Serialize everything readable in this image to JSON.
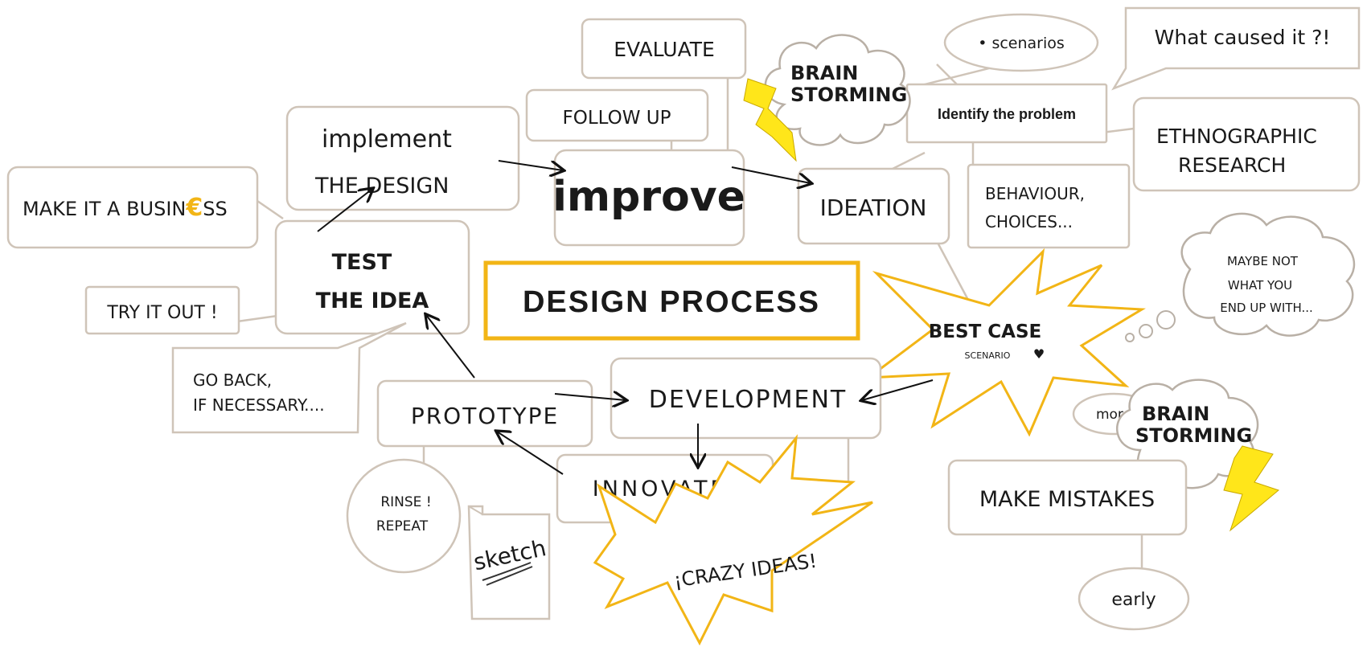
{
  "title": "DESIGN PROCESS",
  "nodes": {
    "evaluate": "EVALUATE",
    "brainstorm_top_1": "BRAIN",
    "brainstorm_top_2": "STORMING",
    "scenarios": "• scenarios",
    "what_caused": "What caused it ?!",
    "follow_up": "FOLLOW UP",
    "identify": "Identify the problem",
    "implement_1": "implement",
    "implement_2": "THE DESIGN",
    "improve": "improve",
    "ethno_1": "ETHNOGRAPHIC",
    "ethno_2": "RESEARCH",
    "business_1": "MAKE IT A BUSIN",
    "business_euro": "€",
    "business_2": "SS",
    "ideation": "IDEATION",
    "behaviour_1": "BEHAVIOUR,",
    "behaviour_2": "CHOICES...",
    "test_1": "TEST",
    "test_2": "THE IDEA",
    "maybe_1": "MAYBE NOT",
    "maybe_2": "WHAT YOU",
    "maybe_3": "END UP WITH...",
    "try_it": "TRY IT OUT !",
    "best_case": "BEST CASE",
    "scenario": "SCENARIO",
    "go_back_1": "GO BACK,",
    "go_back_2": "IF NECESSARY....",
    "development": "DEVELOPMENT",
    "prototype": "PROTOTYPE",
    "more": "more",
    "brainstorm_bot_1": "BRAIN",
    "brainstorm_bot_2": "STORMING",
    "innovate": "INNOVATE.",
    "rinse_1": "RINSE !",
    "rinse_2": "REPEAT",
    "mistakes": "MAKE MISTAKES",
    "sketch": "sketch",
    "crazy": "¡CRAZY IDEAS!",
    "early": "early"
  },
  "colors": {
    "accent": "#f2b516",
    "bolt": "#ffe61a",
    "box_stroke": "#cfc4b8",
    "ink": "#1a1a1a"
  },
  "icons": [
    "lightning-bolt-icon",
    "heart-icon",
    "thought-bubble-icon"
  ]
}
